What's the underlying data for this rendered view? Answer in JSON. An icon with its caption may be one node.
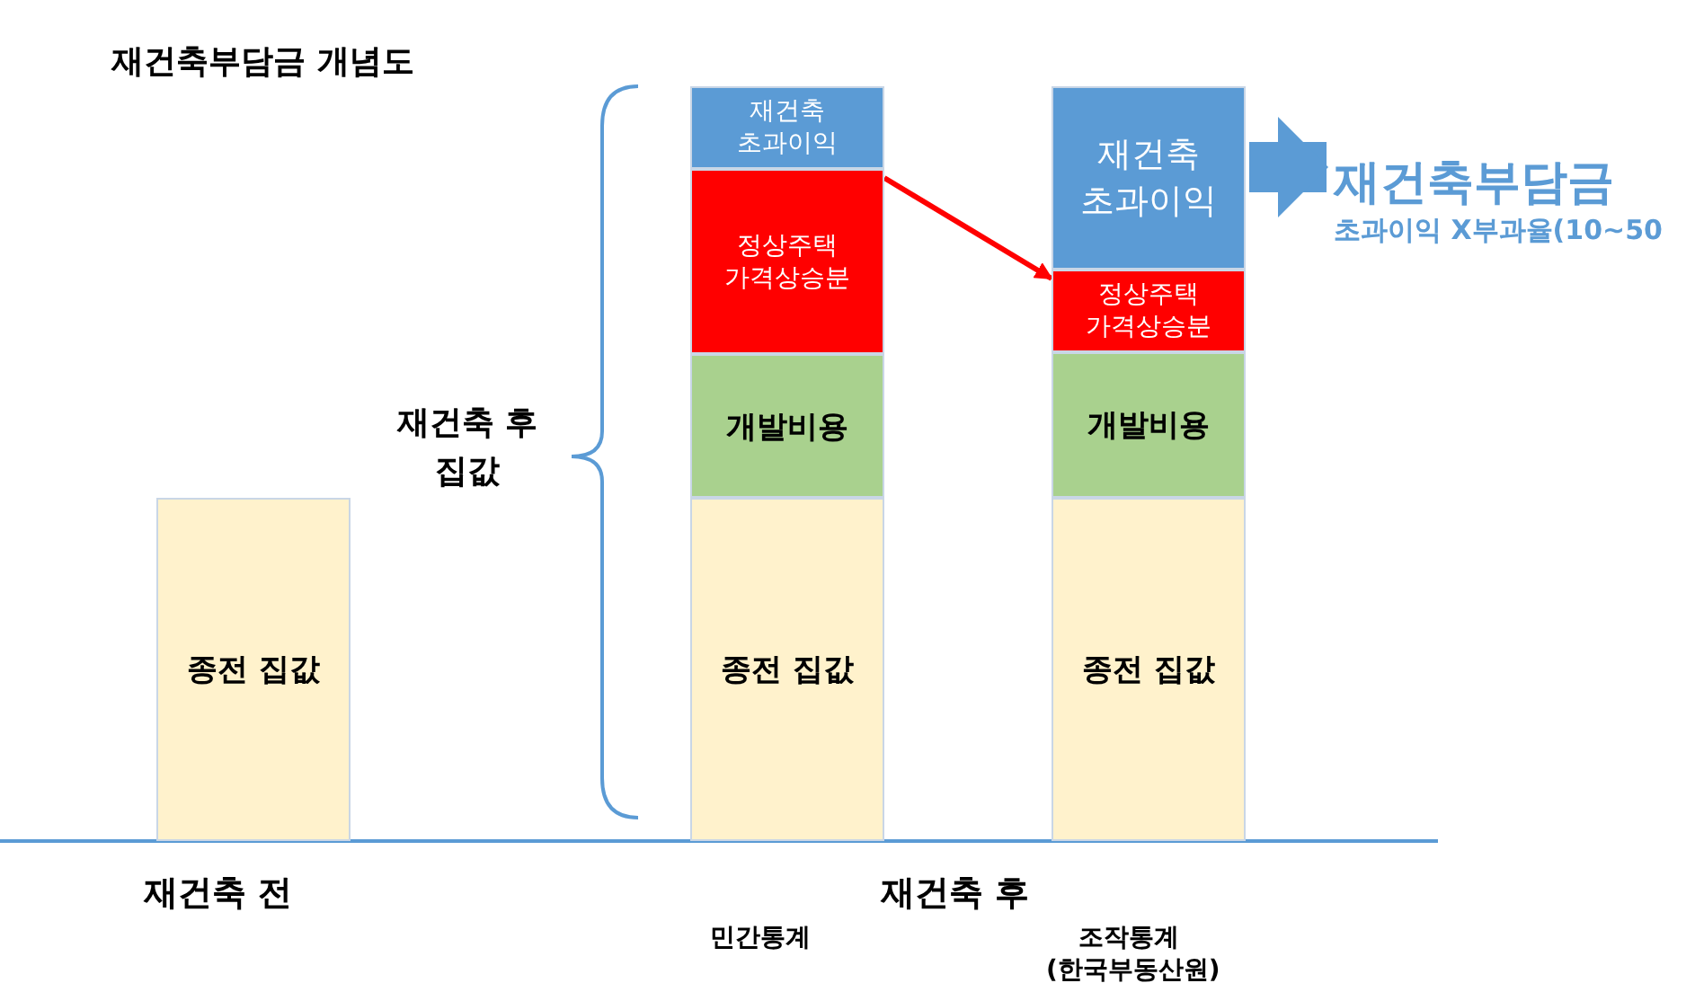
{
  "diagram": {
    "title": "재건축부담금 개념도",
    "nodes": [
      {
        "text": [
          "종전 집값"
        ]
      },
      {
        "text": [
          "재건축 초과이익"
        ]
      },
      {
        "text": [
          "정상주택 가격상승분"
        ]
      },
      {
        "text": [
          "개발비용"
        ]
      },
      {
        "text": [
          "종전 집값"
        ]
      },
      {
        "text": [
          "재건축 초과이익"
        ]
      },
      {
        "text": [
          "정상주택 가격상승분"
        ]
      },
      {
        "text": [
          "개발비용"
        ]
      },
      {
        "text": [
          "종전 집값"
        ]
      },
      {
        "text": [
          "재건축부담금",
          "초과이익 X부과율(10~50"
        ]
      }
    ],
    "edges": [
      {
        "from": 2,
        "to": 6,
        "arrow": "to",
        "color": "#ff0000"
      },
      {
        "from": 5,
        "to": 9,
        "arrow": "to",
        "style": "thick",
        "color": "#5b9bd5"
      }
    ],
    "labels": [
      "재건축 후 집값",
      "재건축 전",
      "재건축 후",
      "민간통계",
      "조작통계",
      "(한국부동산원)"
    ]
  }
}
